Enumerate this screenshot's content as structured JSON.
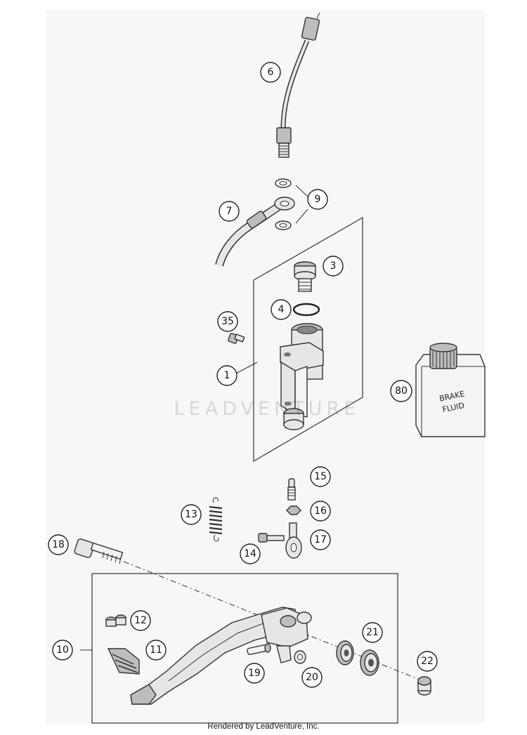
{
  "callouts": [
    {
      "id": "c6",
      "label": "6"
    },
    {
      "id": "c9",
      "label": "9"
    },
    {
      "id": "c7",
      "label": "7"
    },
    {
      "id": "c3",
      "label": "3"
    },
    {
      "id": "c4",
      "label": "4"
    },
    {
      "id": "c35",
      "label": "35"
    },
    {
      "id": "c1",
      "label": "1"
    },
    {
      "id": "c80",
      "label": "80"
    },
    {
      "id": "c15",
      "label": "15"
    },
    {
      "id": "c16",
      "label": "16"
    },
    {
      "id": "c13",
      "label": "13"
    },
    {
      "id": "c17",
      "label": "17"
    },
    {
      "id": "c14",
      "label": "14"
    },
    {
      "id": "c18",
      "label": "18"
    },
    {
      "id": "c12",
      "label": "12"
    },
    {
      "id": "c21",
      "label": "21"
    },
    {
      "id": "c10",
      "label": "10"
    },
    {
      "id": "c11",
      "label": "11"
    },
    {
      "id": "c22",
      "label": "22"
    },
    {
      "id": "c19",
      "label": "19"
    },
    {
      "id": "c20",
      "label": "20"
    }
  ],
  "bottle_label": {
    "line1": "BRAKE",
    "line2": "FLUID"
  },
  "watermark": "LEADVENTURE",
  "footer": "Rendered by LeadVenture, Inc."
}
